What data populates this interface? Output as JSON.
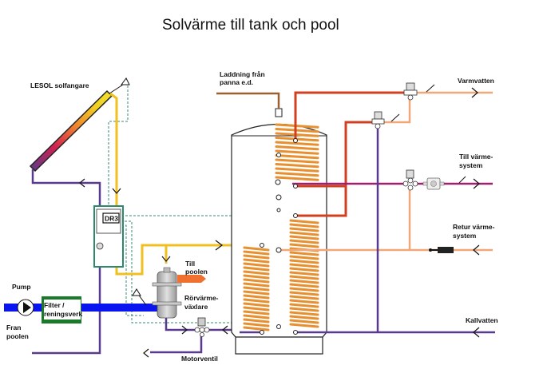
{
  "title": "Solvärme till tank och pool",
  "labels": {
    "solar_collector": "LESOL solfangare",
    "boiler_charge_line1": "Laddning från",
    "boiler_charge_line2": "panna e.d.",
    "hot_water": "Varmvatten",
    "to_heating_line1": "Till värme-",
    "to_heating_line2": "system",
    "return_heating_line1": "Retur värme-",
    "return_heating_line2": "system",
    "cold_water": "Kallvatten",
    "controller": "DR3",
    "to_pool_line1": "Till",
    "to_pool_line2": "poolen",
    "heat_exchanger_line1": "Rörvärme-",
    "heat_exchanger_line2": "växlare",
    "motor_valve": "Motorventil",
    "pump": "Pump",
    "filter_line1": "Filter /",
    "filter_line2": "reningsverk",
    "from_pool_line1": "Fran",
    "from_pool_line2": "poolen"
  },
  "colors": {
    "solar_flow": "#f0c020",
    "return_cold": "#5a3a8c",
    "hot_red": "#d04020",
    "hot_water_light": "#f0a878",
    "heating_supply": "#a02070",
    "boiler_brown": "#9a6030",
    "pool_blue": "#0a14f0",
    "filter_green": "#1a7a2a",
    "controller_teal": "#2a8a6a",
    "coil_orange": "#e89030",
    "sensor_dashed": "#3a8a7a"
  }
}
